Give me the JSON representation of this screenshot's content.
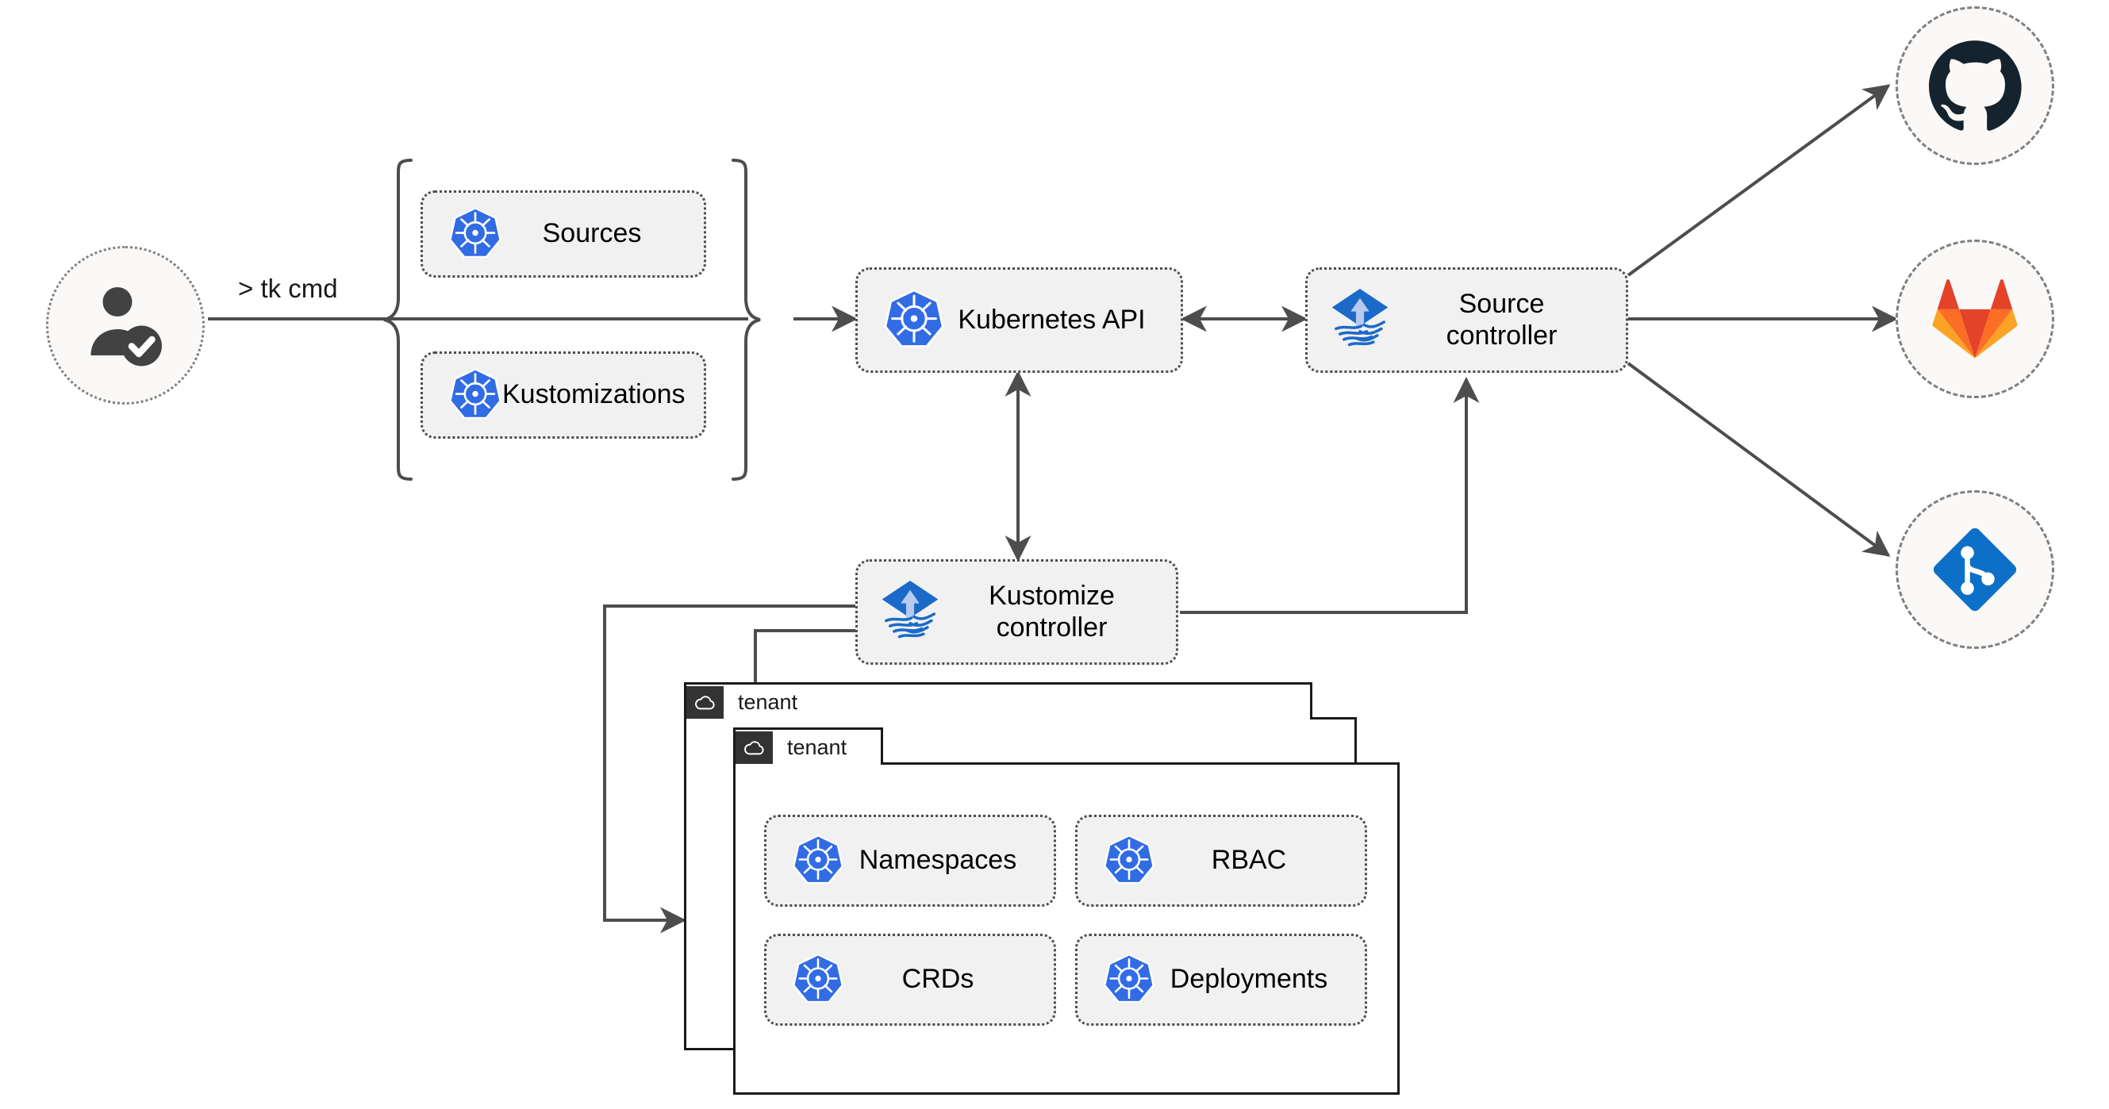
{
  "diagram": {
    "title": "Flux multi-tenancy GitOps architecture",
    "background": "#ffffff",
    "accent_blue": "#1b6ac9",
    "k8s_blue": "#326ce5",
    "github_navy": "#15232e",
    "gitlab_red": "#e24329",
    "gitlab_orange": "#fc6d26",
    "gitlab_light_orange": "#fca326",
    "git_blue": "#0d70c8",
    "box_fill": "#f1f1f1",
    "box_border": "#4d4d4d",
    "line_color": "#4d4d4d"
  },
  "actor": {
    "name": "user",
    "icon": "user-verified-icon"
  },
  "command": {
    "text": "> tk cmd"
  },
  "crd_group": {
    "items": [
      {
        "label": "Sources",
        "icon": "kubernetes-icon"
      },
      {
        "label": "Kustomizations",
        "icon": "kubernetes-icon"
      }
    ]
  },
  "cluster": {
    "api": {
      "label": "Kubernetes API",
      "icon": "kubernetes-icon"
    },
    "controllers": [
      {
        "label": "Source\ncontroller",
        "icon": "flux-icon"
      },
      {
        "label": "Kustomize\ncontroller",
        "icon": "flux-icon"
      }
    ]
  },
  "providers": [
    {
      "name": "github",
      "icon": "github-icon"
    },
    {
      "name": "gitlab",
      "icon": "gitlab-icon"
    },
    {
      "name": "git",
      "icon": "git-repository-icon"
    }
  ],
  "tenants": [
    {
      "name": "tenant",
      "icon": "cloud-icon",
      "resources": []
    },
    {
      "name": "tenant",
      "icon": "cloud-icon",
      "resources": [
        {
          "label": "Namespaces",
          "icon": "kubernetes-icon"
        },
        {
          "label": "RBAC",
          "icon": "kubernetes-icon"
        },
        {
          "label": "CRDs",
          "icon": "kubernetes-icon"
        },
        {
          "label": "Deployments",
          "icon": "kubernetes-icon"
        }
      ]
    }
  ]
}
